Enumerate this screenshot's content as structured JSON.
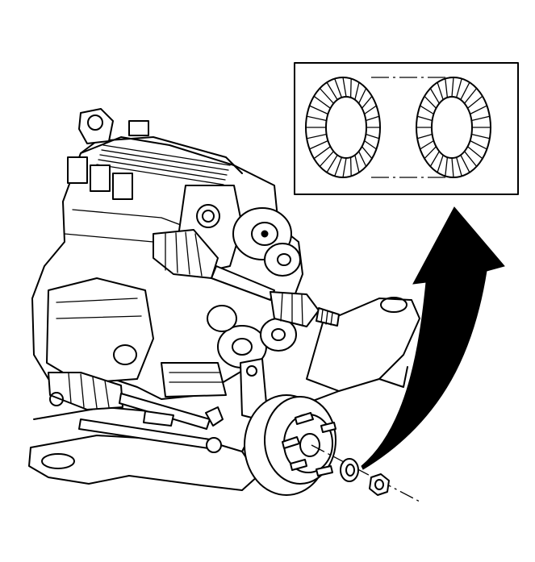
{
  "diagram": {
    "style": "black line illustration on white background",
    "colors": {
      "ink": "#000000",
      "paper": "#ffffff"
    },
    "callout": {
      "items": [
        "washer-face-a",
        "washer-face-b"
      ]
    },
    "arrow": {
      "direction": "up-left",
      "fill": "#000000"
    },
    "exploded_parts": [
      "wheel-hub",
      "washer",
      "hub-nut"
    ]
  }
}
